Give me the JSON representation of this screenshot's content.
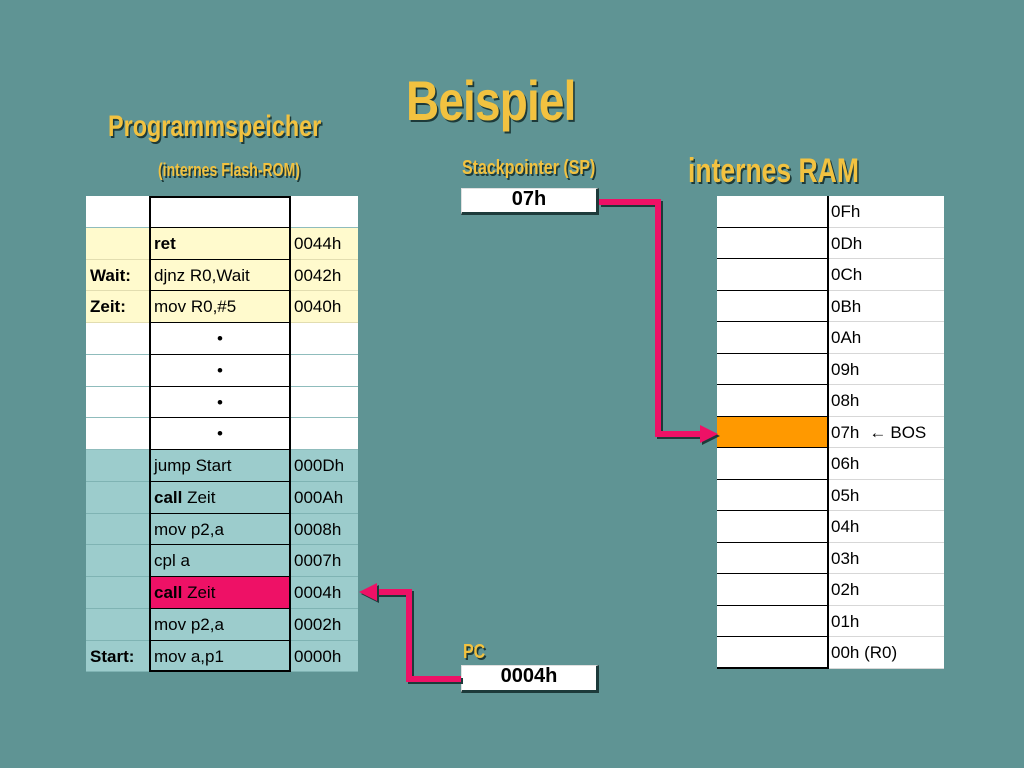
{
  "title": "Beispiel",
  "program_memory": {
    "title": "Programmspeicher",
    "subtitle": "(internes Flash-ROM)",
    "rows": [
      {
        "label": "",
        "instr_bold": "",
        "instr": "",
        "addr": "",
        "zone": "white"
      },
      {
        "label": "",
        "instr_bold": "ret",
        "instr": "",
        "addr": "0044h",
        "zone": "yellow"
      },
      {
        "label": "Wait:",
        "instr_bold": "",
        "instr": "djnz R0,Wait",
        "addr": "0042h",
        "zone": "yellow"
      },
      {
        "label": "Zeit:",
        "instr_bold": "",
        "instr": "mov R0,#5",
        "addr": "0040h",
        "zone": "yellow"
      },
      {
        "label": "",
        "instr_bold": "",
        "instr": "•",
        "addr": "",
        "zone": "white"
      },
      {
        "label": "",
        "instr_bold": "",
        "instr": "•",
        "addr": "",
        "zone": "white"
      },
      {
        "label": "",
        "instr_bold": "",
        "instr": "•",
        "addr": "",
        "zone": "white"
      },
      {
        "label": "",
        "instr_bold": "",
        "instr": "•",
        "addr": "",
        "zone": "white"
      },
      {
        "label": "",
        "instr_bold": "",
        "instr": "jump Start",
        "addr": "000Dh",
        "zone": "teal"
      },
      {
        "label": "",
        "instr_bold": "call",
        "instr": " Zeit",
        "addr": "000Ah",
        "zone": "teal"
      },
      {
        "label": "",
        "instr_bold": "",
        "instr": "mov p2,a",
        "addr": "0008h",
        "zone": "teal"
      },
      {
        "label": "",
        "instr_bold": "",
        "instr": "cpl a",
        "addr": "0007h",
        "zone": "teal"
      },
      {
        "label": "",
        "instr_bold": "call",
        "instr": " Zeit",
        "addr": "0004h",
        "zone": "teal",
        "highlight": "#ee1166"
      },
      {
        "label": "",
        "instr_bold": "",
        "instr": "mov p2,a",
        "addr": "0002h",
        "zone": "teal"
      },
      {
        "label": "Start:",
        "instr_bold": "",
        "instr": "mov a,p1",
        "addr": "0000h",
        "zone": "teal"
      }
    ]
  },
  "stackpointer": {
    "title": "Stackpointer (SP)",
    "value": "07h"
  },
  "pc": {
    "title": "PC",
    "value": "0004h"
  },
  "ram": {
    "title": "internes RAM",
    "rows": [
      {
        "addr": "0Fh",
        "note": ""
      },
      {
        "addr": "0Dh",
        "note": ""
      },
      {
        "addr": "0Ch",
        "note": ""
      },
      {
        "addr": "0Bh",
        "note": ""
      },
      {
        "addr": "0Ah",
        "note": ""
      },
      {
        "addr": "09h",
        "note": ""
      },
      {
        "addr": "08h",
        "note": ""
      },
      {
        "addr": "07h",
        "note": "BOS",
        "highlight": "#ff9900"
      },
      {
        "addr": "06h",
        "note": ""
      },
      {
        "addr": "05h",
        "note": ""
      },
      {
        "addr": "04h",
        "note": ""
      },
      {
        "addr": "03h",
        "note": ""
      },
      {
        "addr": "02h",
        "note": ""
      },
      {
        "addr": "01h",
        "note": ""
      },
      {
        "addr": "00h (R0)",
        "note": ""
      }
    ]
  },
  "colors": {
    "background": "#5f9494",
    "heading": "#f2c240",
    "arrow": "#ee1166",
    "ram_highlight": "#ff9900"
  },
  "icons": {
    "bos_arrow": "arrow-left-icon"
  }
}
